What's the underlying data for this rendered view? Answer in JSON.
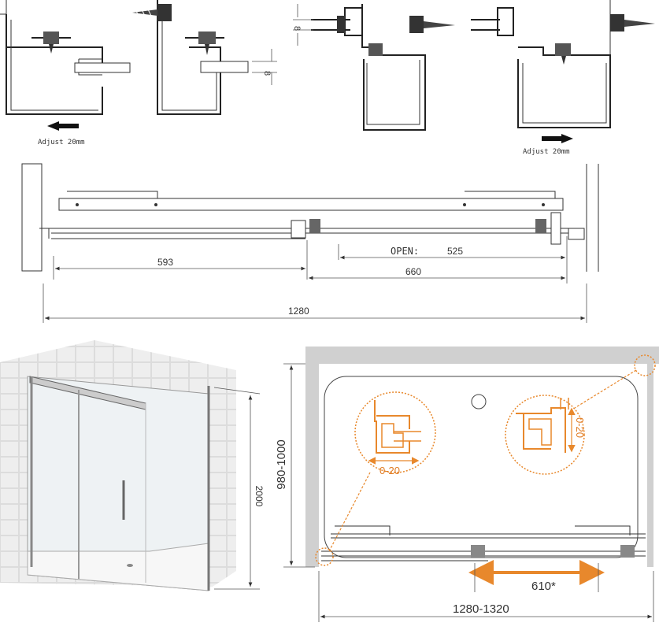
{
  "colors": {
    "line": "#333333",
    "accent": "#e8882c",
    "wall": "#cccccc",
    "tile_grout": "#e0e0e0"
  },
  "details": {
    "adjust_left": "Adjust 20mm",
    "adjust_right": "Adjust 20mm",
    "dim_8_a": "8",
    "dim_8_b": "8"
  },
  "plan_top": {
    "dim_593": "593",
    "open_label": "OPEN:",
    "open_value": "525",
    "dim_660": "660",
    "dim_1280": "1280"
  },
  "view_3d": {
    "height": "2000"
  },
  "plan_bottom": {
    "depth": "980-1000",
    "width": "1280-1320",
    "opening": "610*",
    "adjust_left": "0-20",
    "adjust_right": "0-20"
  }
}
